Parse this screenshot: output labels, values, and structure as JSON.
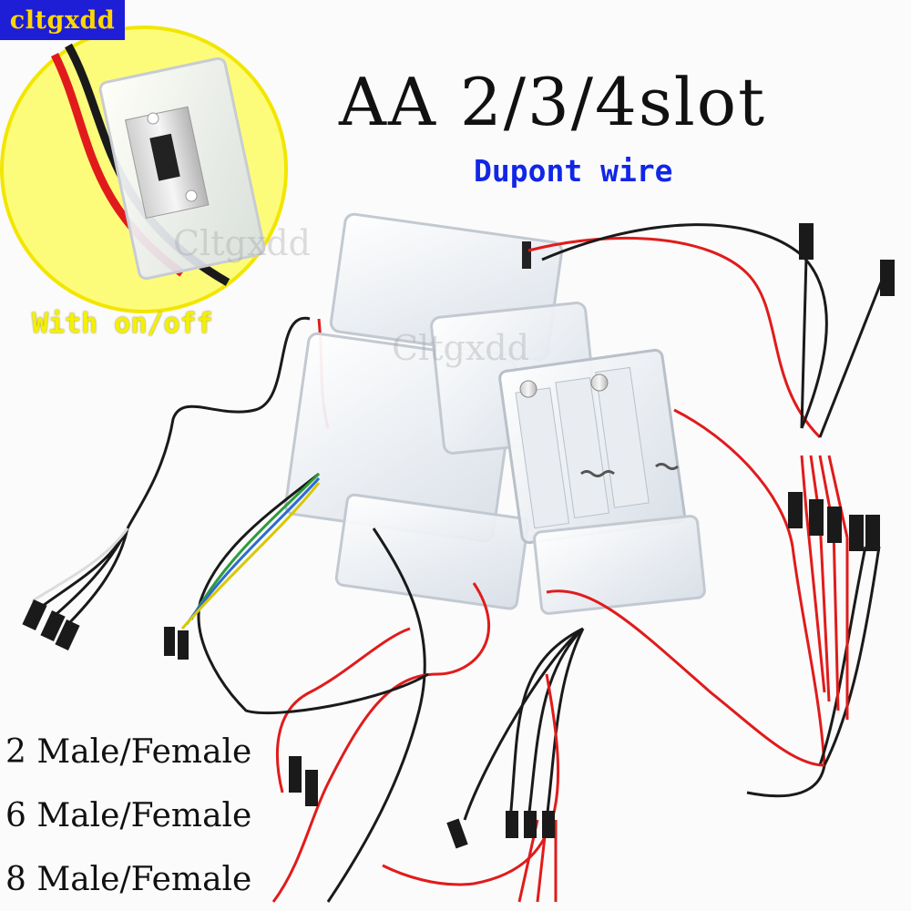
{
  "brand": "cltgxdd",
  "title": "AA 2/3/4slot",
  "subtitle": "Dupont wire",
  "callout": {
    "label": "With on/off"
  },
  "watermarks": [
    "Cltgxdd",
    "Cltgxdd"
  ],
  "specs": [
    "2 Male/Female",
    "6 Male/Female",
    "8 Male/Female"
  ],
  "colors": {
    "brand_bg": "#1e1ed6",
    "brand_text": "#ffd700",
    "subtitle": "#1226e6",
    "callout_fill": "#fdfc7a",
    "callout_text": "#f5f000",
    "wire_red": "#e11b1b",
    "wire_black": "#1a1a1a",
    "wire_green": "#2e9c3a",
    "wire_blue": "#2d6bd1",
    "wire_yellow": "#d9c800",
    "wire_white": "#dcdcdc"
  },
  "icons": [
    "battery-holder-icon",
    "switch-icon",
    "dupont-connector-icon"
  ]
}
